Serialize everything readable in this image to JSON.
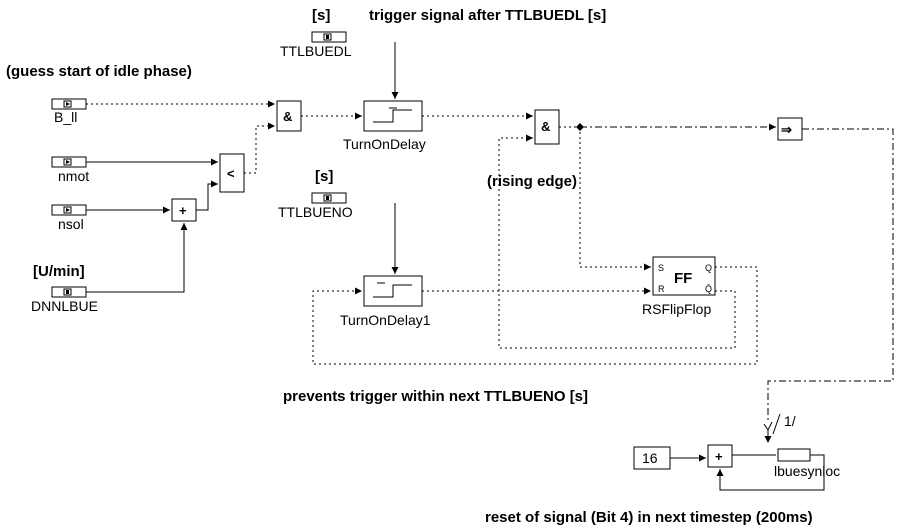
{
  "notes": {
    "unit_ttlbuedl": "[s]",
    "trigger_title": "trigger signal after TTLBUEDL [s]",
    "guess_idle": "(guess start of idle phase)",
    "unit_ttlbueno": "[s]",
    "rising_edge": "(rising edge)",
    "unit_dnnlbue": "[U/min]",
    "prevents": "prevents trigger within next TTLBUENO [s]",
    "reset_note": "reset of signal (Bit 4) in next timestep (200ms)"
  },
  "inputs": {
    "b_ll": "B_ll",
    "nmot": "nmot",
    "nsol": "nsol",
    "dnnlbue": "DNNLBUE"
  },
  "params": {
    "ttlbuedl": "TTLBUEDL",
    "ttlbueno": "TTLBUENO"
  },
  "blocks": {
    "and1": "&",
    "and2": "&",
    "compare": "<",
    "sum1": "+",
    "sum2": "+",
    "turn_on_delay": "TurnOnDelay",
    "turn_on_delay1": "TurnOnDelay1",
    "flipflop_symbol": "FF",
    "flipflop_name": "RSFlipFlop",
    "ff_s": "S",
    "ff_r": "R",
    "ff_q": "Q",
    "ff_qbar": "Q̄",
    "output_symbol": "⇒",
    "constant": "16",
    "memory_name": "lbuesynloc",
    "slice": "1/"
  },
  "colors": {
    "lines": "#000000",
    "background": "#ffffff"
  }
}
